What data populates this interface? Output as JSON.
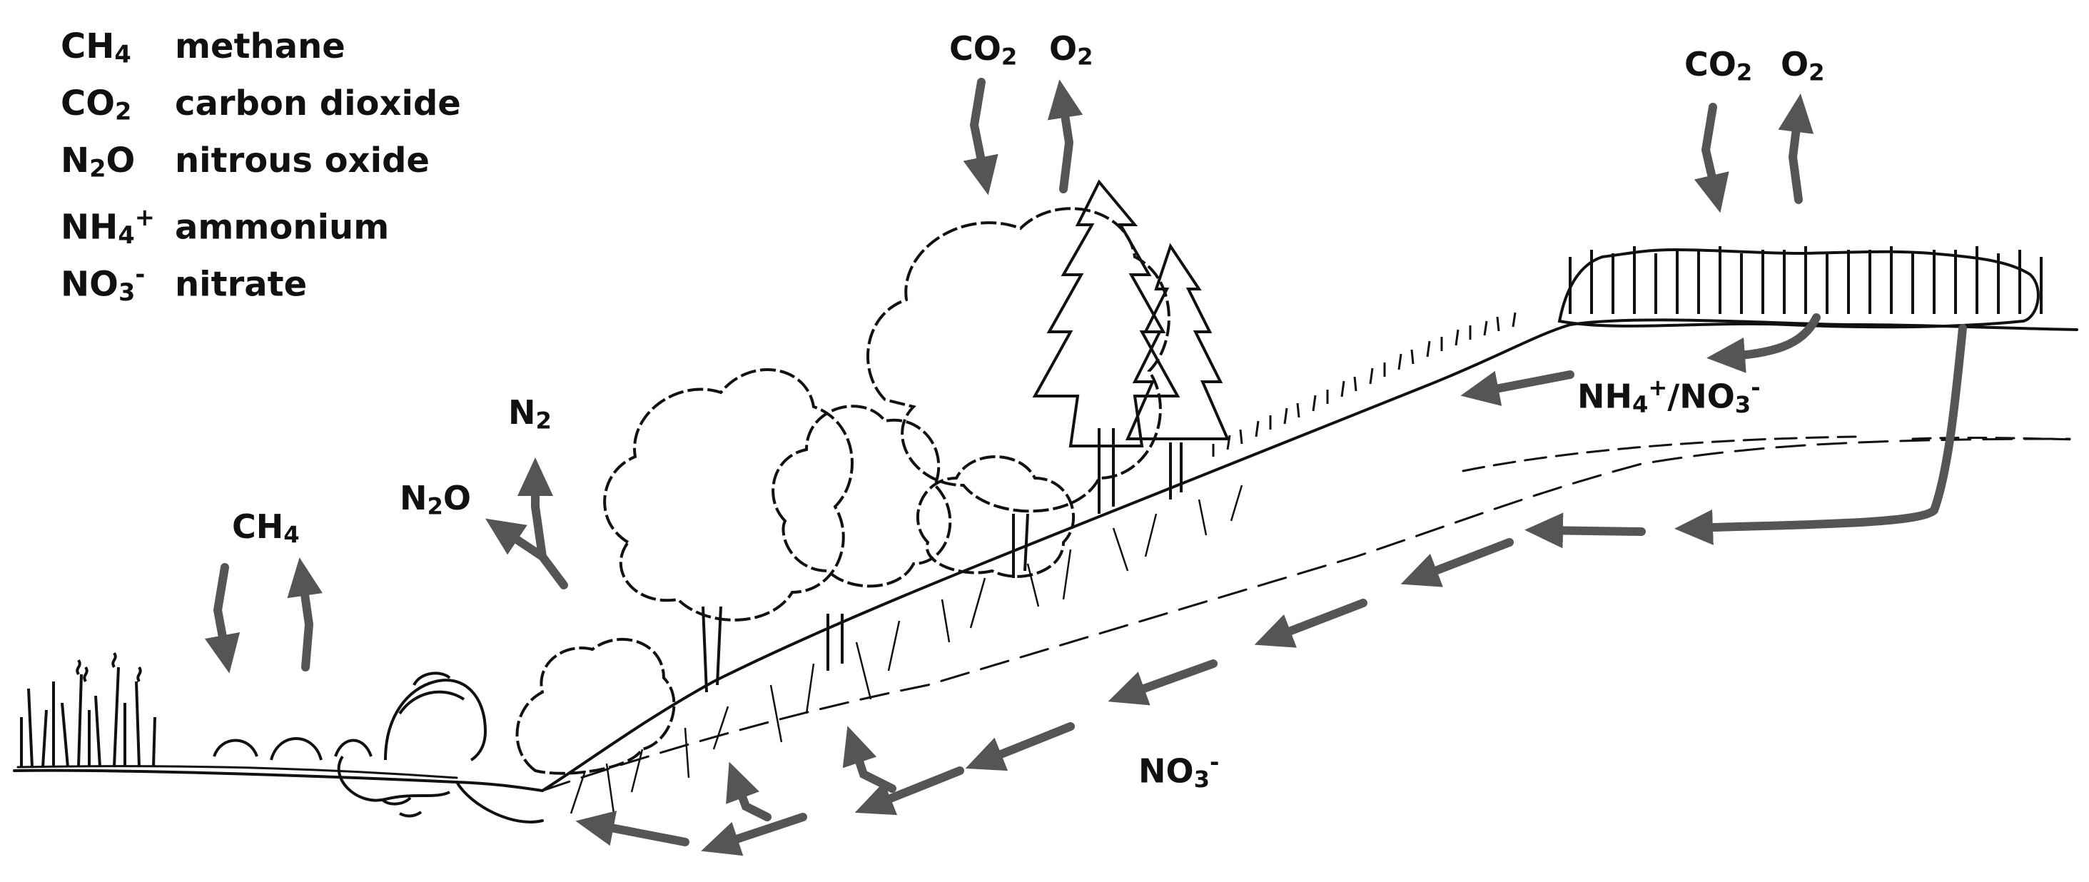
{
  "legend": [
    {
      "formula_base": "CH",
      "formula_sub": "4",
      "formula_sup": "",
      "formula_tail": "",
      "name": "methane"
    },
    {
      "formula_base": "CO",
      "formula_sub": "2",
      "formula_sup": "",
      "formula_tail": "",
      "name": "carbon dioxide"
    },
    {
      "formula_base": "N",
      "formula_sub": "2",
      "formula_sup": "",
      "formula_tail": "O",
      "name": "nitrous oxide"
    },
    {
      "formula_base": "NH",
      "formula_sub": "4",
      "formula_sup": "+",
      "formula_tail": "",
      "name": "ammonium"
    },
    {
      "formula_base": "NO",
      "formula_sub": "3",
      "formula_sup": "-",
      "formula_tail": "",
      "name": "nitrate"
    }
  ],
  "labels": {
    "forest_co2": {
      "base": "CO",
      "sub": "2"
    },
    "forest_o2": {
      "base": "O",
      "sub": "2"
    },
    "field_co2": {
      "base": "CO",
      "sub": "2"
    },
    "field_o2": {
      "base": "O",
      "sub": "2"
    },
    "n2": {
      "base": "N",
      "sub": "2"
    },
    "n2o": {
      "base": "N",
      "sub": "2",
      "tail": "O"
    },
    "ch4": {
      "base": "CH",
      "sub": "4"
    },
    "nh4_no3": {
      "a_base": "NH",
      "a_sub": "4",
      "a_sup": "+",
      "sep": "/NO",
      "b_sub": "3",
      "b_sup": "-"
    },
    "groundwater_no3": {
      "base": "NO",
      "sub": "3",
      "sup": "-"
    }
  },
  "colors": {
    "arrow": "#555555",
    "ink": "#111111",
    "background": "#ffffff"
  }
}
